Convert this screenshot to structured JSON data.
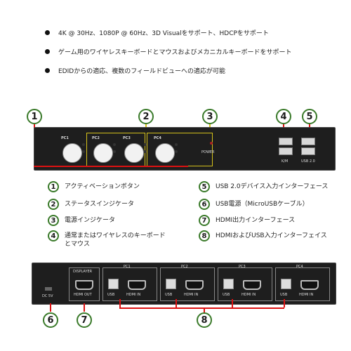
{
  "features": [
    "4K @ 30Hz、1080P @ 60Hz、3D Visualをサポート、HDCPをサポート",
    "ゲーム用のワイヤレスキーボードとマウスおよびメカニカルキーボードをサポート",
    "EDIDからの適応、複数のフィールドビューへの適応が可能"
  ],
  "callouts": [
    "1",
    "2",
    "3",
    "4",
    "5",
    "6",
    "7",
    "8"
  ],
  "front_panel": {
    "pc_labels": [
      "PC1",
      "PC2",
      "PC3",
      "PC4"
    ],
    "power_label": "POWER",
    "km_label": "K/M",
    "usb_label": "USB 2.0"
  },
  "legend": [
    {
      "num": "1",
      "text": "アクティベーションボタン"
    },
    {
      "num": "2",
      "text": "ステータスインジケータ"
    },
    {
      "num": "3",
      "text": "電源インジケータ"
    },
    {
      "num": "4",
      "text": "通常またはワイヤレスのキーボード\nとマウス"
    },
    {
      "num": "5",
      "text": "USB 2.0デバイス入力インターフェース"
    },
    {
      "num": "6",
      "text": "USB電源（MicroUSBケーブル）"
    },
    {
      "num": "7",
      "text": "HDMI出力インターフェース"
    },
    {
      "num": "8",
      "text": "HDMIおよびUSB入力インターフェイス"
    }
  ],
  "back_panel": {
    "dc_label": "DC 5V",
    "display_label": "DISPLAYER",
    "hdmi_out": "HDMI OUT",
    "pc_labels": [
      "PC1",
      "PC2",
      "PC3",
      "PC4"
    ],
    "usb_label": "USB",
    "hdmi_in": "HDMI IN"
  },
  "colors": {
    "red": "#dd1111",
    "yellow": "#d6c21b",
    "green": "#3a7a2a"
  }
}
